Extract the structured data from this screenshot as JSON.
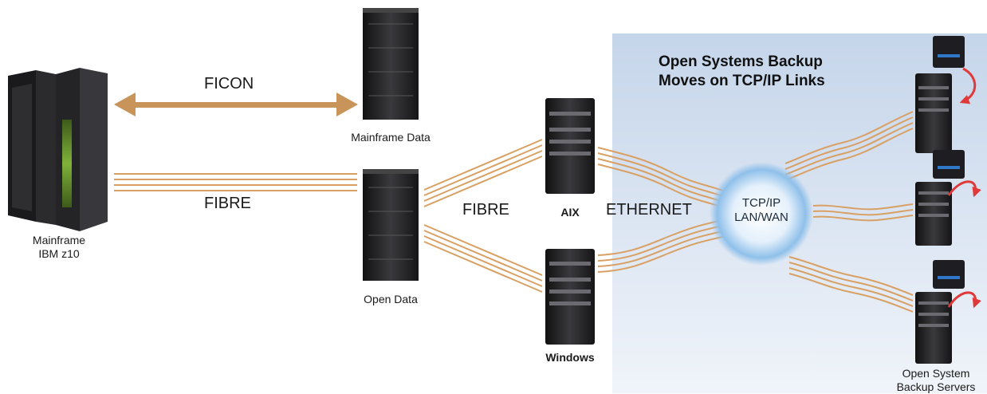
{
  "title": {
    "line1": "Open Systems Backup",
    "line2": "Moves on TCP/IP Links"
  },
  "links": {
    "ficon": "FICON",
    "fibre_left": "FIBRE",
    "fibre_right": "FIBRE",
    "ethernet": "ETHERNET"
  },
  "nodes": {
    "mainframe": {
      "line1": "Mainframe",
      "line2": "IBM z10"
    },
    "mainframe_data": "Mainframe Data",
    "open_data": "Open Data",
    "aix": "AIX",
    "windows": "Windows",
    "hub": {
      "line1": "TCP/IP",
      "line2": "LAN/WAN"
    },
    "backup_servers": {
      "line1": "Open System",
      "line2": "Backup Servers"
    }
  },
  "colors": {
    "link_orange": "#d9a064",
    "ficon_arrow": "#c8945a",
    "panel_top": "#c7d6ea",
    "panel_bottom": "#eef3fa",
    "hub_glow": "#7fb5e6",
    "rotate_arrow": "#e0393a",
    "server_dark": "#1e1e20"
  }
}
